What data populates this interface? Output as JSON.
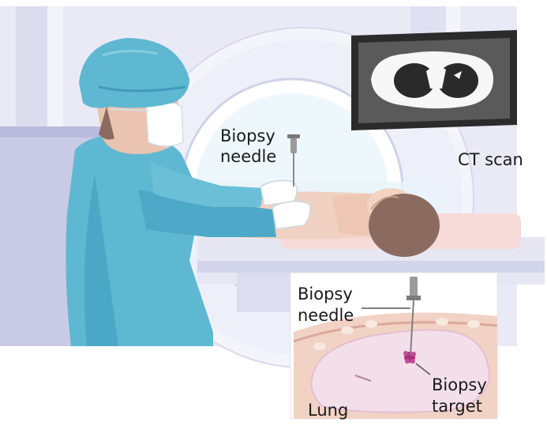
{
  "labels": {
    "biopsy_needle_main": [
      "Biopsy",
      "needle"
    ],
    "ct_scan": "CT scan",
    "inset_biopsy_needle": [
      "Biopsy",
      "needle"
    ],
    "lung": "Lung",
    "biopsy_target": [
      "Biopsy",
      "target"
    ]
  },
  "colors": {
    "gown": "#5fb8d2",
    "gown_dark": "#3f9cbc",
    "skin": "#f3d3c2",
    "hair": "#8b6a60",
    "scanner": "#f1f2fa",
    "wall": "#e4e5f3",
    "tissue_layer": "#f2d2c5",
    "lung": "#f3dfe9",
    "target": "#b0307f",
    "monitor": "#2b2b2b"
  }
}
